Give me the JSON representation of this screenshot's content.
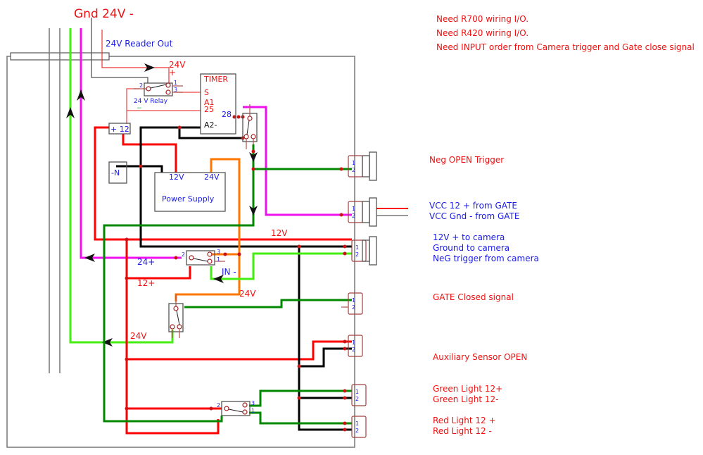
{
  "title_label": "Gnd 24V -",
  "notes": [
    "Need R700 wiring I/O.",
    "Need R420 wiring I/O.",
    "Need INPUT order from Camera trigger and Gate close signal"
  ],
  "labels": {
    "reader_out": "24V Reader Out",
    "relay_24v_plus_voltage": "24V",
    "plus_sign": "+",
    "minus_sign": "−",
    "relay_24v_name": "24 V Relay",
    "timer_title": "TIMER",
    "timer_s": "S",
    "timer_a1": "A1",
    "timer_25": "25",
    "timer_a2": "A2-",
    "timer_28": "28",
    "plus12_box": "+ 12",
    "neutral_box": "-N",
    "psu_12v": "12V",
    "psu_24v": "24V",
    "psu_name": "Power Supply",
    "bus_12v": "12V",
    "wire_24plus": "24+",
    "wire_12plus": "12+",
    "wire_in_minus": "IN -",
    "wire_24v_orange": "24V",
    "wire_24v_green": "24V"
  },
  "connectors": [
    {
      "id": "neg-open-trigger",
      "lines": [
        "Neg OPEN Trigger"
      ],
      "color": "#ee1111"
    },
    {
      "id": "vcc-from-gate",
      "lines": [
        "VCC 12 + from GATE",
        "VCC Gnd - from GATE"
      ],
      "color": "#1a1ae6"
    },
    {
      "id": "camera",
      "lines": [
        "12V + to camera",
        "Ground to camera",
        "NeG trigger from camera"
      ],
      "color": "#1a1ae6"
    },
    {
      "id": "gate-closed",
      "lines": [
        "GATE Closed signal"
      ],
      "color": "#ee1111"
    },
    {
      "id": "aux-sensor",
      "lines": [
        "Auxiliary Sensor OPEN"
      ],
      "color": "#ee1111"
    },
    {
      "id": "green-light",
      "lines": [
        "Green Light 12+",
        "Green Light 12-"
      ],
      "color": "#ee1111"
    },
    {
      "id": "red-light",
      "lines": [
        "Red Light 12 +",
        "Red Light 12 -"
      ],
      "color": "#ee1111"
    }
  ],
  "pins": {
    "p1": "1",
    "p2": "2",
    "p3": "3"
  },
  "colors": {
    "red": "#ff0000",
    "black": "#000000",
    "green_dark": "#008800",
    "green_light": "#44ee11",
    "magenta": "#ee11ee",
    "orange": "#ff7700",
    "enclosure": "#777777"
  }
}
